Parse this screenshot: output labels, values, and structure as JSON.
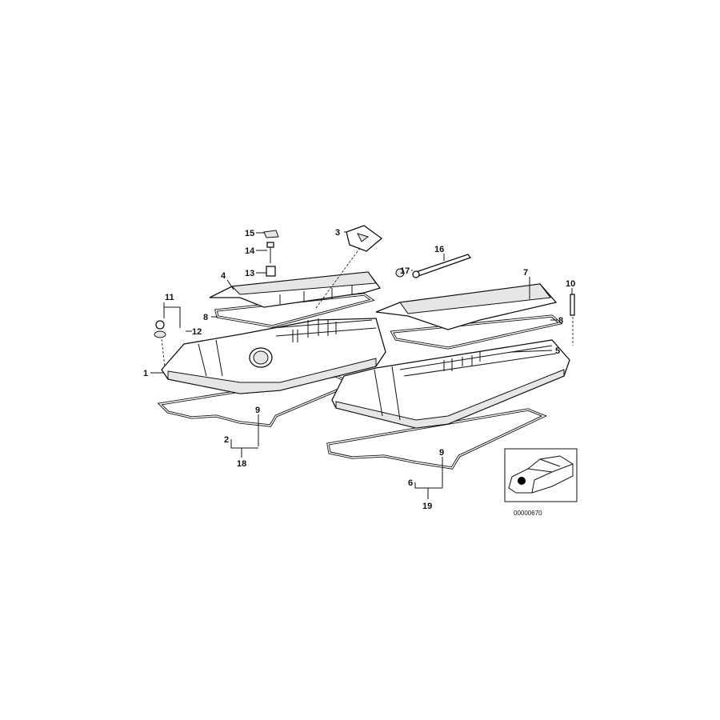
{
  "diagram": {
    "callouts": [
      {
        "id": "15",
        "text": "15"
      },
      {
        "id": "14",
        "text": "14"
      },
      {
        "id": "13",
        "text": "13"
      },
      {
        "id": "3",
        "text": "3"
      },
      {
        "id": "17",
        "text": "17"
      },
      {
        "id": "16",
        "text": "16"
      },
      {
        "id": "7",
        "text": "7"
      },
      {
        "id": "10",
        "text": "10"
      },
      {
        "id": "4",
        "text": "4"
      },
      {
        "id": "8a",
        "text": "8"
      },
      {
        "id": "11",
        "text": "11"
      },
      {
        "id": "12",
        "text": "12"
      },
      {
        "id": "1",
        "text": "1"
      },
      {
        "id": "5",
        "text": "5"
      },
      {
        "id": "8b",
        "text": "8"
      },
      {
        "id": "9a",
        "text": "9"
      },
      {
        "id": "2",
        "text": "2"
      },
      {
        "id": "18",
        "text": "18"
      },
      {
        "id": "9b",
        "text": "9"
      },
      {
        "id": "6",
        "text": "6"
      },
      {
        "id": "19",
        "text": "19"
      }
    ],
    "inset": {
      "code": "00000670",
      "icon": "car-location-icon"
    }
  }
}
